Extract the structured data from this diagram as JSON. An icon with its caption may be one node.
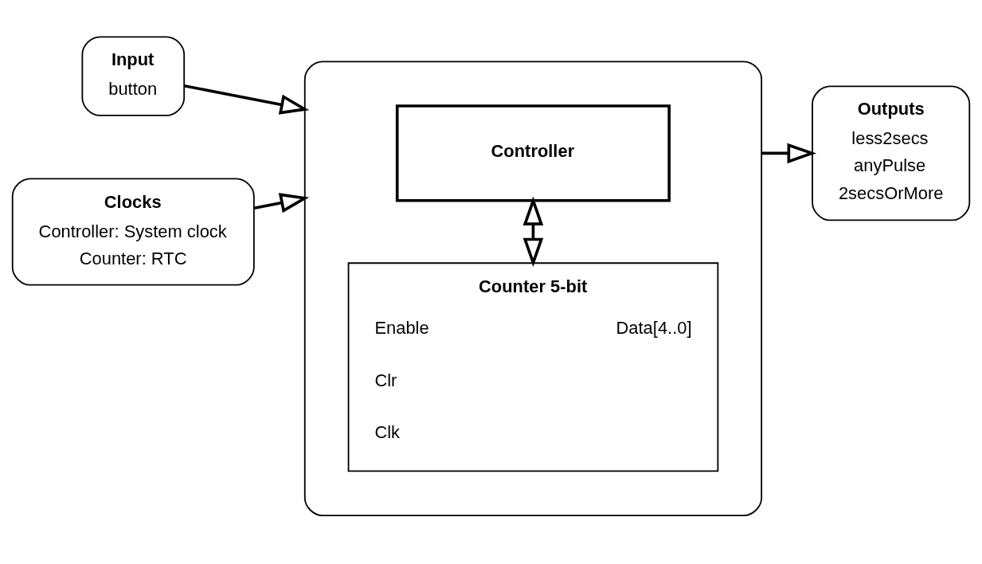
{
  "diagram": {
    "nodes": [
      {
        "text": [
          "Input",
          "button"
        ]
      },
      {
        "text": [
          "Clocks",
          "Controller: System clock",
          "Counter: RTC"
        ]
      },
      {
        "text": [],
        "shape": "box"
      },
      {
        "text": [
          "Controller"
        ],
        "in": 2
      },
      {
        "text": [
          "Counter 5-bit",
          "Enable",
          "Data[4..0]",
          "Clr",
          "Clk"
        ],
        "in": 2
      },
      {
        "text": [
          "Outputs",
          "less2secs",
          "anyPulse",
          "2secsOrMore"
        ]
      }
    ],
    "edges": [
      {
        "from": 0,
        "to": 2,
        "arrow": "to"
      },
      {
        "from": 1,
        "to": 2,
        "arrow": "to"
      },
      {
        "from": 3,
        "to": 4,
        "arrow": "both"
      },
      {
        "from": 2,
        "to": 5,
        "arrow": "to"
      }
    ]
  }
}
